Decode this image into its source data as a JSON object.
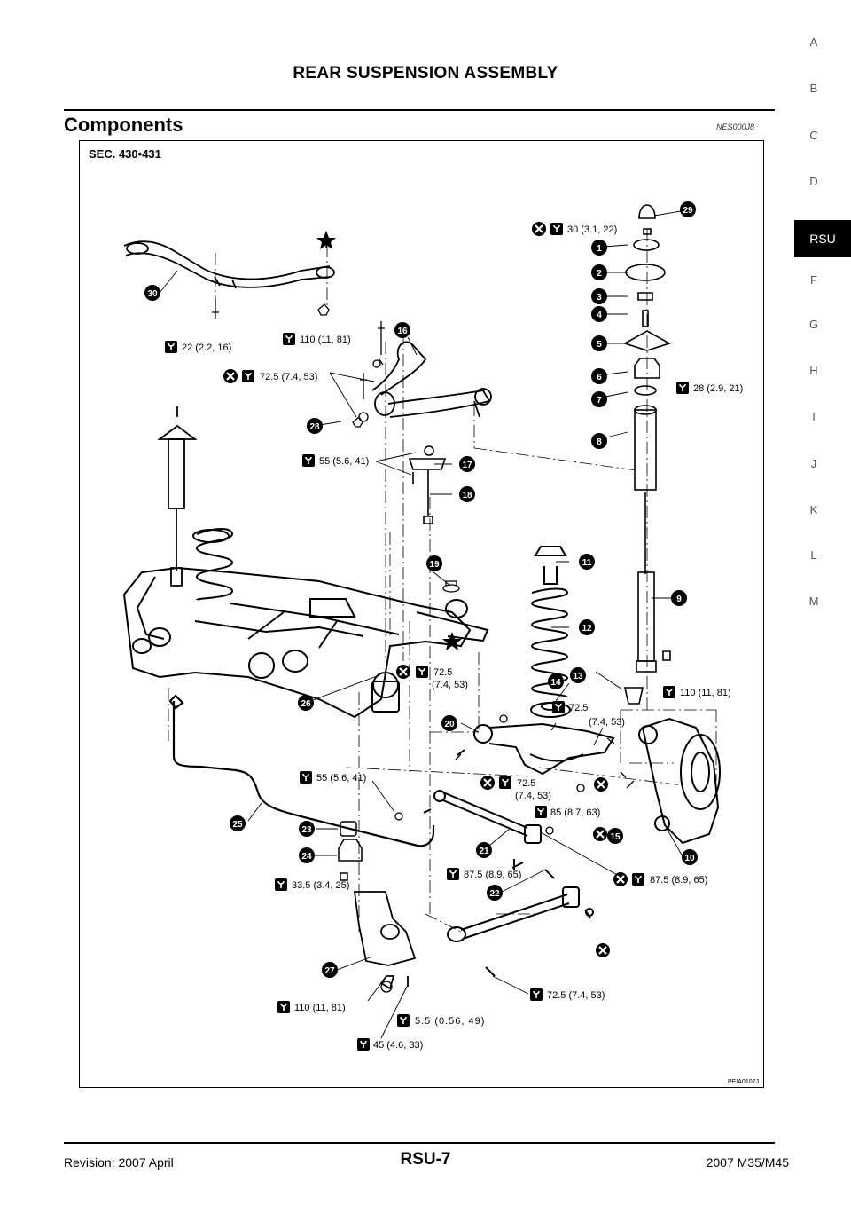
{
  "header": {
    "title": "REAR SUSPENSION ASSEMBLY"
  },
  "section": {
    "title": "Components",
    "code": "NES000J8"
  },
  "side_index": [
    "A",
    "B",
    "C",
    "D",
    "RSU",
    "F",
    "G",
    "H",
    "I",
    "J",
    "K",
    "L",
    "M"
  ],
  "side_index_active": "RSU",
  "diagram": {
    "sec_label": "SEC. 430•431",
    "figure_code": "PEIA0107J",
    "part_numbers": [
      "1",
      "2",
      "3",
      "4",
      "5",
      "6",
      "7",
      "8",
      "9",
      "10",
      "11",
      "12",
      "13",
      "14",
      "15",
      "16",
      "17",
      "18",
      "19",
      "20",
      "21",
      "22",
      "23",
      "24",
      "25",
      "26",
      "27",
      "28",
      "29",
      "30"
    ],
    "torques": {
      "t1": "30 (3.1, 22)",
      "t2": "22 (2.2, 16)",
      "t3": "110 (11, 81)",
      "t4": "72.5 (7.4, 53)",
      "t5": "28 (2.9, 21)",
      "t6": "55 (5.6, 41)",
      "t7a": "72.5",
      "t7b": "(7.4, 53)",
      "t8": "110 (11, 81)",
      "t9a": "72.5",
      "t9b": "(7.4, 53)",
      "t10": "55 (5.6, 41)",
      "t11a": "72.5",
      "t11b": "(7.4, 53)",
      "t12": "85 (8.7, 63)",
      "t13": "33.5 (3.4, 25)",
      "t14": "87.5 (8.9, 65)",
      "t15": "87.5 (8.9, 65)",
      "t16": "72.5 (7.4, 53)",
      "t17": "110 (11, 81)",
      "t18": "5.5 (0.56, 49)",
      "t19": "45 (4.6, 33)"
    }
  },
  "footer": {
    "revision": "Revision: 2007 April",
    "page": "RSU-7",
    "model": "2007 M35/M45"
  }
}
